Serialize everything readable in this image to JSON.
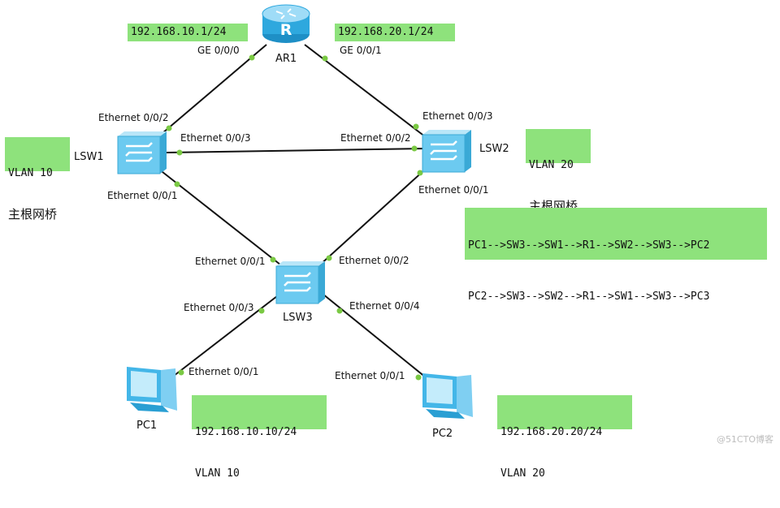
{
  "devices": {
    "ar1": {
      "name": "AR1",
      "icon": "router-icon",
      "glyph": "R"
    },
    "lsw1": {
      "name": "LSW1",
      "icon": "switch-icon"
    },
    "lsw2": {
      "name": "LSW2",
      "icon": "switch-icon"
    },
    "lsw3": {
      "name": "LSW3",
      "icon": "switch-icon"
    },
    "pc1": {
      "name": "PC1",
      "icon": "pc-icon"
    },
    "pc2": {
      "name": "PC2",
      "icon": "pc-icon"
    }
  },
  "ports": {
    "ar1_ge000": "GE 0/0/0",
    "ar1_ge001": "GE 0/0/1",
    "lsw1_e002": "Ethernet 0/0/2",
    "lsw1_e003": "Ethernet 0/0/3",
    "lsw1_e001": "Ethernet 0/0/1",
    "lsw2_e003": "Ethernet 0/0/3",
    "lsw2_e002": "Ethernet 0/0/2",
    "lsw2_e001": "Ethernet 0/0/1",
    "lsw3_e001": "Ethernet 0/0/1",
    "lsw3_e002": "Ethernet 0/0/2",
    "lsw3_e003": "Ethernet 0/0/3",
    "lsw3_e004": "Ethernet 0/0/4",
    "pc1_e001": "Ethernet 0/0/1",
    "pc2_e001": "Ethernet 0/0/1"
  },
  "notes": {
    "ar1_left_ip": "192.168.10.1/24",
    "ar1_right_ip": "192.168.20.1/24",
    "lsw1_vlan": "VLAN 10",
    "lsw1_role": "主根网桥",
    "lsw2_vlan": "VLAN 20",
    "lsw2_role": "主根网桥",
    "path_1": "PC1-->SW3-->SW1-->R1-->SW2-->SW3-->PC2",
    "path_2": "PC2-->SW3-->SW2-->R1-->SW1-->SW3-->PC3",
    "pc1_ip": "192.168.10.10/24",
    "pc1_vlan": "VLAN 10",
    "pc2_ip": "192.168.20.20/24",
    "pc2_vlan": "VLAN 20"
  },
  "watermark": "@51CTO博客",
  "colors": {
    "note_bg": "#8ee27c",
    "link": "#111111",
    "port_dot": "#7ac943",
    "device_blue": "#5fc6f0"
  }
}
